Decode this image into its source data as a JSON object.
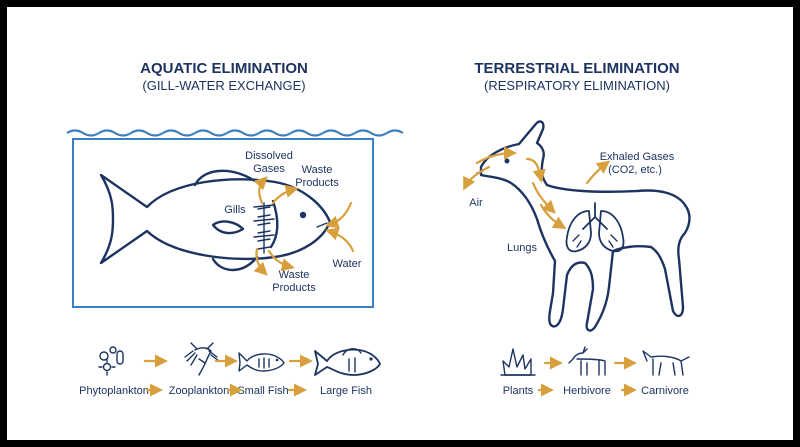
{
  "aquatic": {
    "title": "AQUATIC ELIMINATION",
    "subtitle": "(GILL-WATER EXCHANGE)",
    "labels": {
      "dissolved_1": "Dissolved",
      "dissolved_2": "Gases",
      "waste_top_1": "Waste",
      "waste_top_2": "Products",
      "gills": "Gills",
      "water": "Water",
      "waste_bottom_1": "Waste",
      "waste_bottom_2": "Products"
    },
    "chain": [
      "Phytoplankton",
      "Zooplankton",
      "Small Fish",
      "Large Fish"
    ]
  },
  "terrestrial": {
    "title": "TERRESTRIAL ELIMINATION",
    "subtitle": "(RESPIRATORY ELIMINATION)",
    "labels": {
      "exhaled_1": "Exhaled Gases",
      "exhaled_2": "(CO2, etc.)",
      "air": "Air",
      "lungs": "Lungs"
    },
    "chain": [
      "Plants",
      "Herbivore",
      "Carnivore"
    ]
  },
  "colors": {
    "navy": "#1d3461",
    "water": "#3b7fc4",
    "arrow": "#d8a03c"
  },
  "icons": [
    "fish-icon",
    "deer-icon",
    "lungs-icon",
    "gills-icon",
    "plankton-icon",
    "zooplankton-icon",
    "grass-icon",
    "wolf-icon",
    "arrow-icon"
  ]
}
